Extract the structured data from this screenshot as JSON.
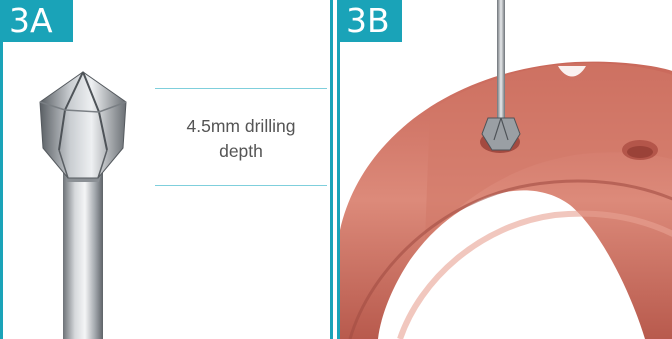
{
  "panels": {
    "a": {
      "tag": "3A",
      "caption_line1": "4.5mm drilling",
      "caption_line2": "depth"
    },
    "b": {
      "tag": "3B"
    }
  },
  "colors": {
    "accent": "#1aa3b8",
    "gum": "#d9806f",
    "steel": "#9a9fa4"
  }
}
